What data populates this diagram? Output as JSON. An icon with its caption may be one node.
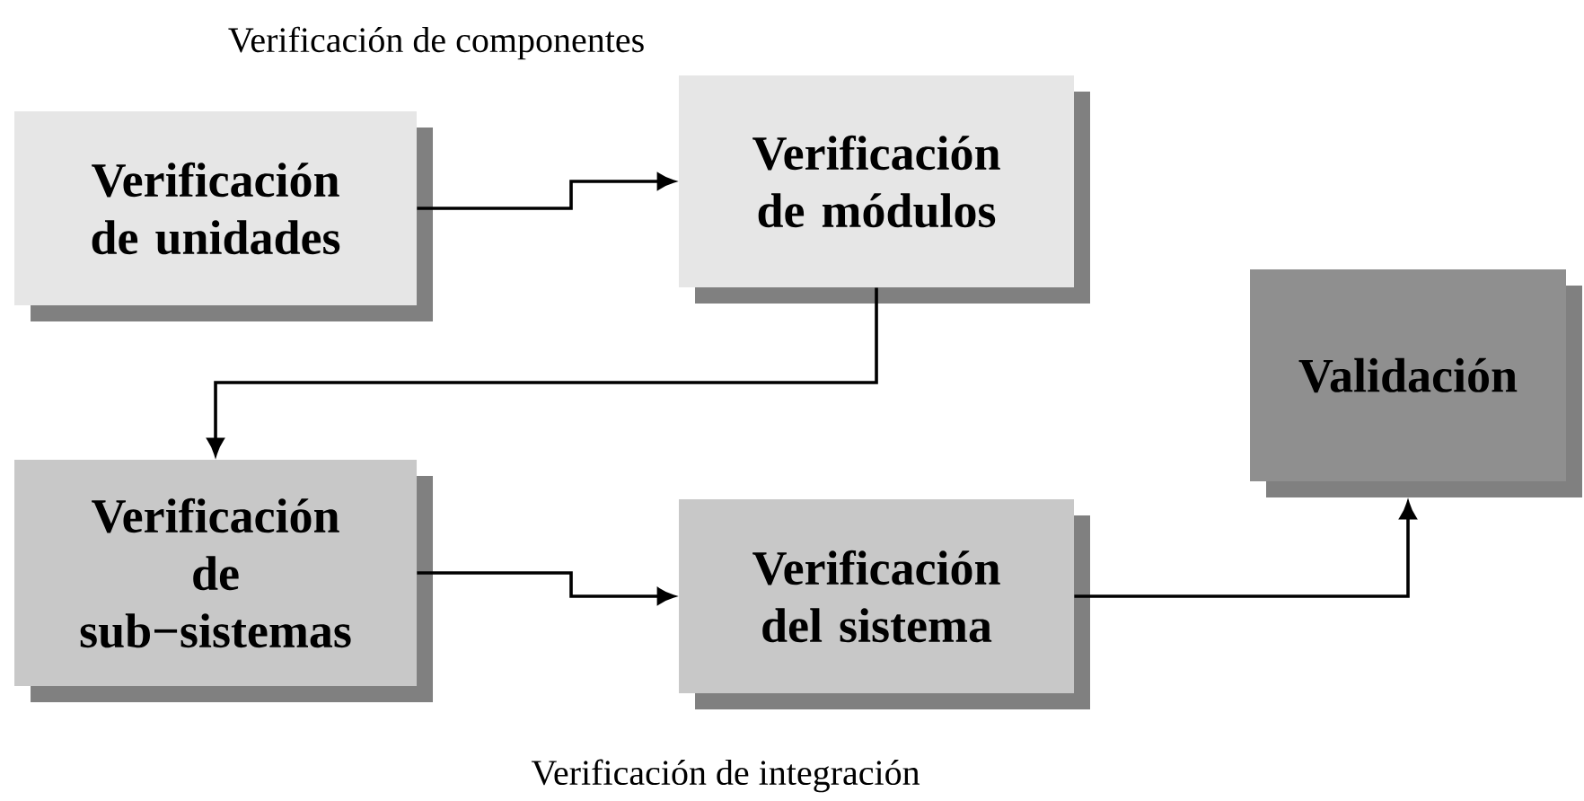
{
  "diagram": {
    "nodes": [
      {
        "text": [
          "Verificación de unidades"
        ]
      },
      {
        "text": [
          "Verificación de módulos"
        ]
      },
      {
        "text": [
          "Validación"
        ]
      },
      {
        "text": [
          "Verificación de sub−sistemas"
        ]
      },
      {
        "text": [
          "Verificación del sistema"
        ]
      }
    ],
    "edges": [
      {
        "from": 0,
        "to": 1,
        "arrow": "to"
      },
      {
        "from": 1,
        "to": 3,
        "arrow": "to"
      },
      {
        "from": 3,
        "to": 4,
        "arrow": "to"
      },
      {
        "from": 4,
        "to": 2,
        "arrow": "to"
      }
    ],
    "labels": [
      "Verificación de componentes",
      "Verificación de integración"
    ]
  }
}
